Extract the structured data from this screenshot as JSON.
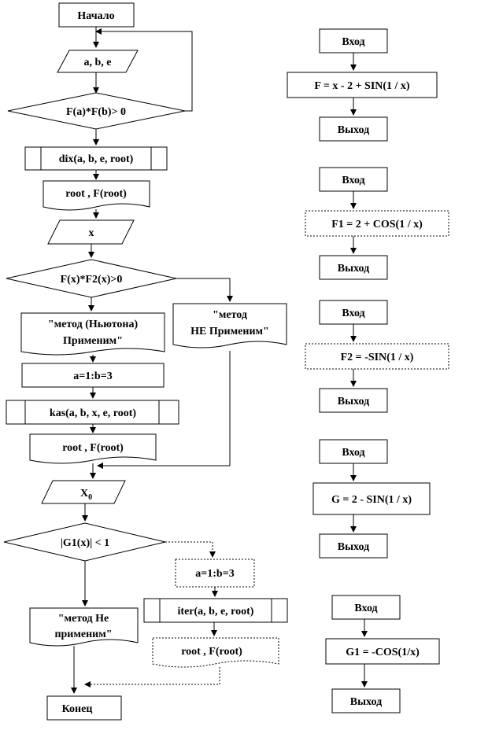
{
  "main": {
    "start": "Начало",
    "input_abe": "a, b, e",
    "cond1": "F(a)*F(b)> 0",
    "dix_call": "dix(a, b, e, root)",
    "out_root1": "root , F(root)",
    "input_x": "x",
    "cond2": "F(x)*F2(x)>0",
    "msg_newton_line1": "\"метод (Ньютона)",
    "msg_newton_line2": "Применим\"",
    "msg_not_line1": "\"метод",
    "msg_not_line2": "НЕ Применим\"",
    "assign1": "a=1:b=3",
    "kas_call": "kas(a, b, x, e, root)",
    "out_root2": "root , F(root)",
    "input_x0": "X",
    "input_x0_sub": "0",
    "cond3": "|G1(x)| < 1",
    "assign2": "a=1:b=3",
    "iter_call": "iter(a,  b, e, root)",
    "out_root3": "root , F(root)",
    "msg_not2_line1": "\"метод Не",
    "msg_not2_line2": "применим\"",
    "end": "Конец"
  },
  "functions": [
    {
      "enter": "Вход",
      "formula": "F = x - 2 + SIN(1 / x)",
      "exit": "Выход"
    },
    {
      "enter": "Вход",
      "formula": "F1 = 2 + COS(1 / x)",
      "exit": "Выход"
    },
    {
      "enter": "Вход",
      "formula": "F2 = -SIN(1 / x)",
      "exit": "Выход"
    },
    {
      "enter": "Вход",
      "formula": "G = 2 - SIN(1 / x)",
      "exit": "Выход"
    },
    {
      "enter": "Вход",
      "formula": "G1 = -COS(1/x)",
      "exit": "Выход"
    }
  ]
}
